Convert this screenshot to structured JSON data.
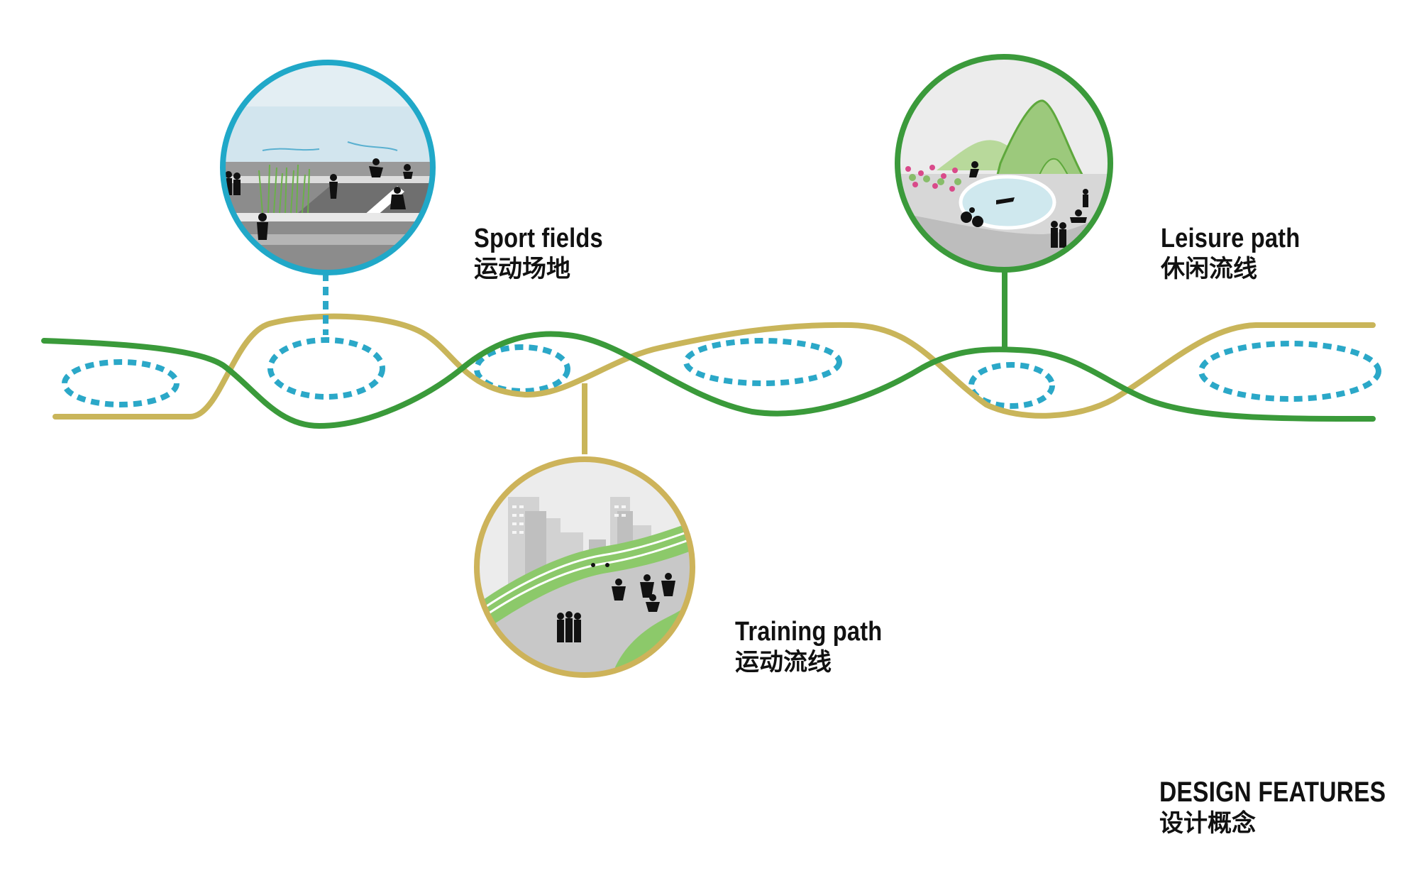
{
  "colors": {
    "green": "#3a9a3a",
    "yellow": "#c9b55a",
    "blue": "#2ba8c8",
    "sport_ring": "#20a8c8",
    "leisure_ring": "#3b9a3b",
    "training_ring": "#cdb35a"
  },
  "labels": {
    "sport": {
      "en": "Sport fields",
      "zh": "运动场地"
    },
    "leisure": {
      "en": "Leisure path",
      "zh": "休闲流线"
    },
    "training": {
      "en": "Training path",
      "zh": "运动流线"
    },
    "design": {
      "en": "DESIGN FEATURES",
      "zh": "设计概念"
    }
  },
  "icons": {
    "sport": "sport-fields-scene-icon",
    "leisure": "leisure-path-scene-icon",
    "training": "training-path-scene-icon"
  }
}
